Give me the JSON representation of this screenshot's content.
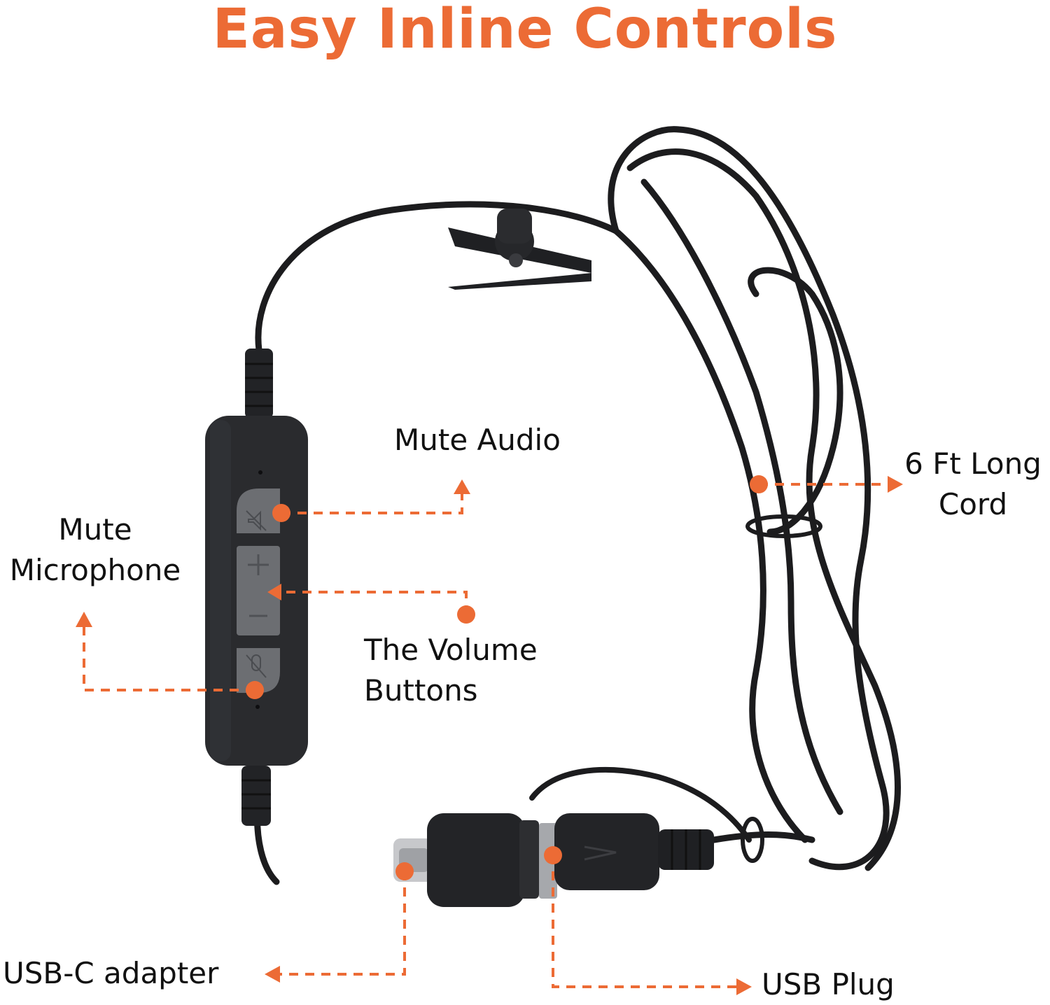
{
  "title": "Easy Inline Controls",
  "labels": {
    "mute_audio": "Mute Audio",
    "mute_microphone": [
      "Mute",
      "Microphone"
    ],
    "volume_buttons": [
      "The Volume",
      "Buttons"
    ],
    "cord_length": [
      "6 Ft Long",
      "Cord"
    ],
    "usb_c_adapter": "USB-C adapter",
    "usb_plug": "USB Plug"
  },
  "colors": {
    "accent": "#ec6b35",
    "cable": "#1c1c1e",
    "control_body": "#2a2b2e",
    "button": "#6c6e72",
    "text": "#111111"
  }
}
